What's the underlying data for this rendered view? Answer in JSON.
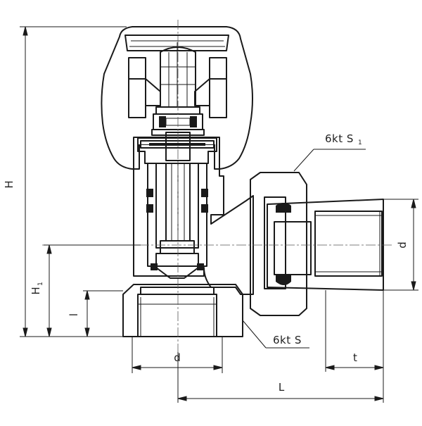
{
  "labels": {
    "dim_H": "H",
    "dim_H1": "H",
    "dim_H1_sub": "1",
    "dim_l": "l",
    "dim_d_bottom": "d",
    "dim_d_right": "d",
    "dim_t": "t",
    "dim_L": "L",
    "hex_s1": "6kt S",
    "hex_s1_sub": "1",
    "hex_s": "6kt S"
  }
}
